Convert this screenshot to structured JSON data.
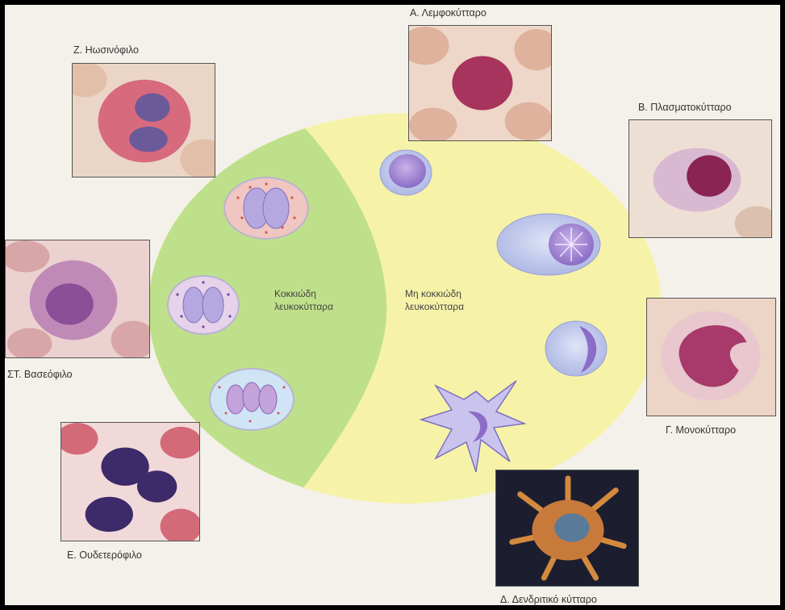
{
  "labels": {
    "lymphocyte": "Α. Λεμφοκύτταρο",
    "plasma_cell": "Β. Πλασματοκύτταρο",
    "monocyte": "Γ. Μονοκύτταρο",
    "dendritic_cell": "Δ. Δενδριτικό κύτταρο",
    "neutrophil": "Ε. Ουδετερόφιλο",
    "basophil": "ΣΤ. Βασεόφιλο",
    "eosinophil": "Ζ. Ηωσινόφιλο"
  },
  "groups": {
    "granular_line1": "Κοκκιώδη",
    "granular_line2": "λευκοκύτταρα",
    "nongranular_line1": "Μη κοκκιώδη",
    "nongranular_line2": "λευκοκύτταρα"
  },
  "colors": {
    "granular_region": "#bfe08a",
    "nongranular_region": "#f6f3a8",
    "background": "#f4f1ea"
  }
}
